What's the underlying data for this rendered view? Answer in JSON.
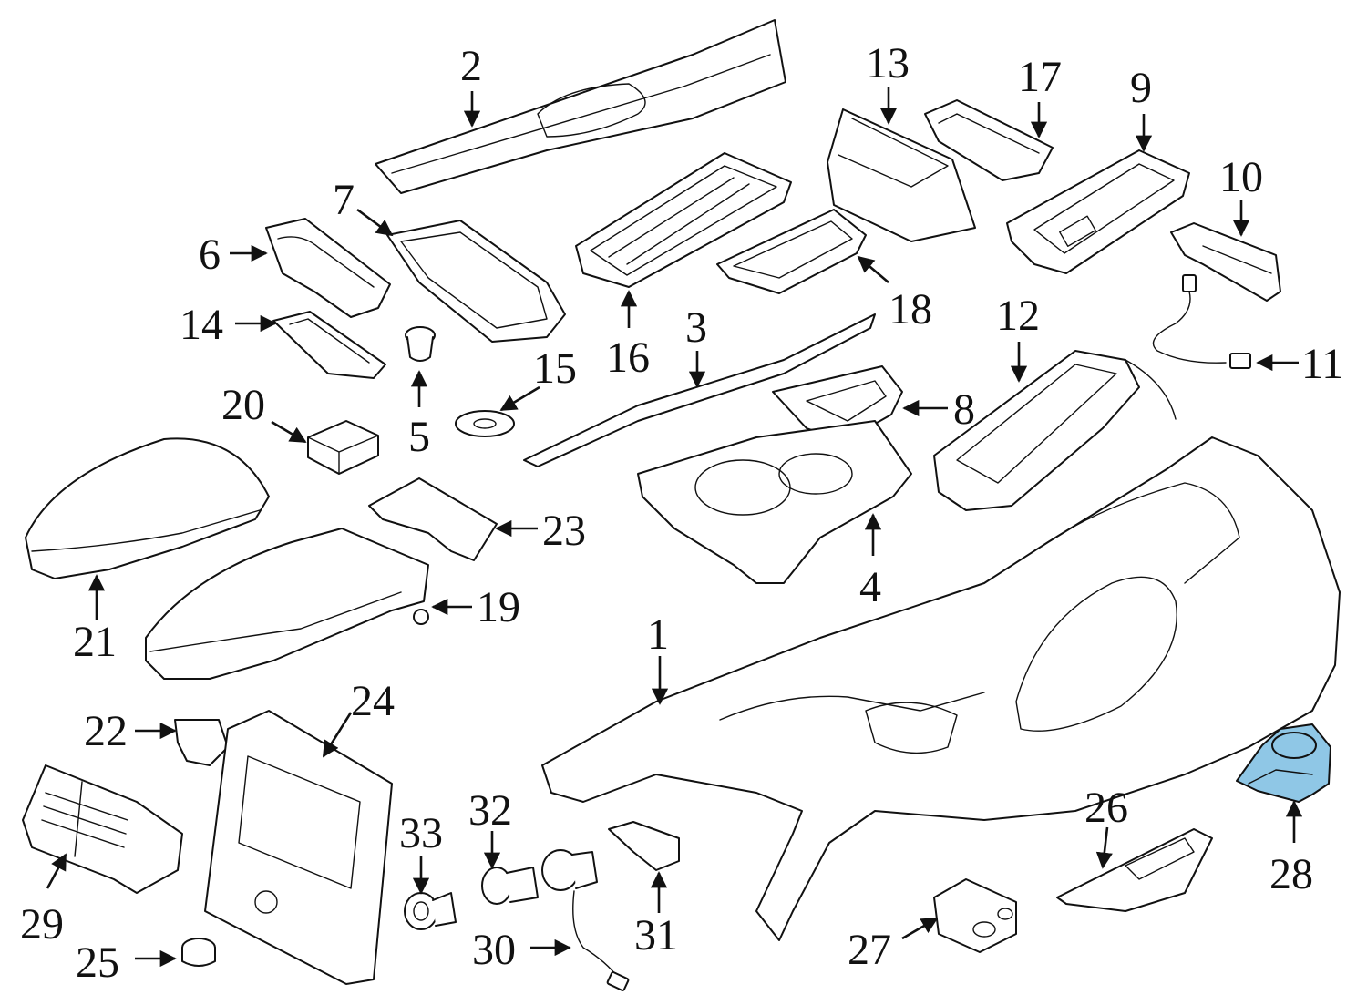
{
  "diagram": {
    "highlight_color": "#8fc7e6",
    "line_color": "#111111",
    "highlighted_part": "28",
    "callouts": [
      "1",
      "2",
      "3",
      "4",
      "5",
      "6",
      "7",
      "8",
      "9",
      "10",
      "11",
      "12",
      "13",
      "14",
      "15",
      "16",
      "17",
      "18",
      "19",
      "20",
      "21",
      "22",
      "23",
      "24",
      "25",
      "26",
      "27",
      "28",
      "29",
      "30",
      "31",
      "32",
      "33"
    ]
  }
}
